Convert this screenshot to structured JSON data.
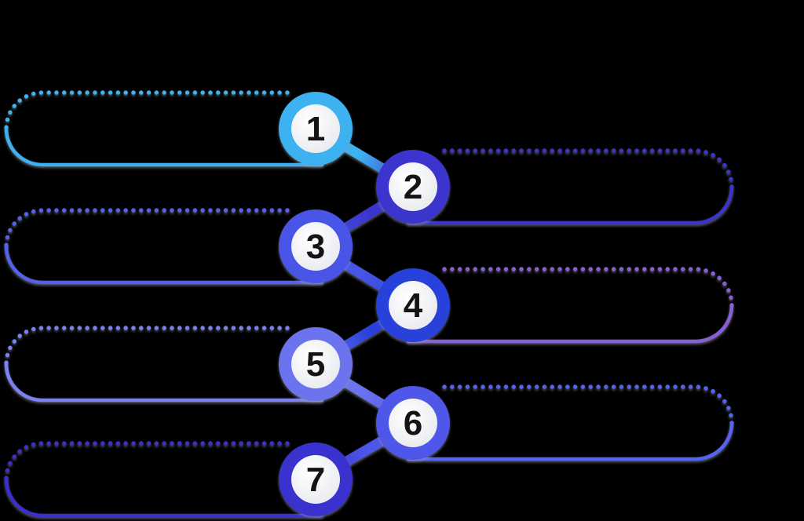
{
  "page": {
    "background_color": "#000000"
  },
  "diagram": {
    "type": "zigzag-numbered-timeline",
    "step_count": 7,
    "number_color": "#141414",
    "inner_circle_color": "#ffffff",
    "inner_circle_edge_color": "#e7e9ee",
    "steps": [
      {
        "number": "1",
        "side": "left",
        "circle_color": "#3EB1F1",
        "pill_color": "#3EB1F1"
      },
      {
        "number": "2",
        "side": "right",
        "circle_color": "#3C35CD",
        "pill_color": "#3B34CB"
      },
      {
        "number": "3",
        "side": "left",
        "circle_color": "#4955E6",
        "pill_color": "#5560EB"
      },
      {
        "number": "4",
        "side": "right",
        "circle_color": "#2841DB",
        "pill_color": "#8660D4"
      },
      {
        "number": "5",
        "side": "left",
        "circle_color": "#6B74EE",
        "pill_color": "#7B81F2"
      },
      {
        "number": "6",
        "side": "right",
        "circle_color": "#4E57E9",
        "pill_color": "#5563F0"
      },
      {
        "number": "7",
        "side": "left",
        "circle_color": "#3A32CE",
        "pill_color": "#3B2FCD"
      }
    ]
  }
}
